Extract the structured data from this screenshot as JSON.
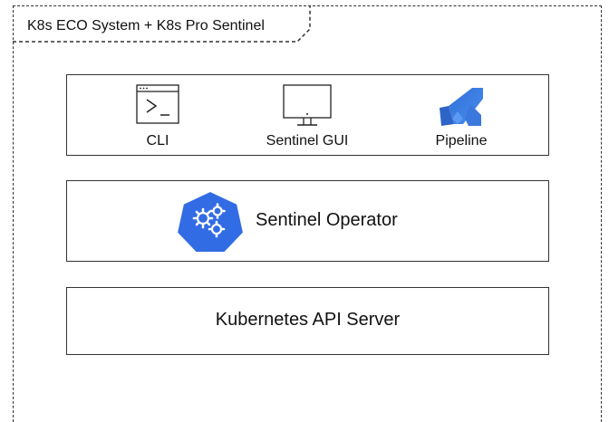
{
  "frame": {
    "title": "K8s ECO System + K8s Pro Sentinel"
  },
  "clients": [
    {
      "label": "CLI",
      "icon": "terminal-icon"
    },
    {
      "label": "Sentinel GUI",
      "icon": "monitor-icon"
    },
    {
      "label": "Pipeline",
      "icon": "azure-pipelines-icon"
    }
  ],
  "operator": {
    "label": "Sentinel Operator",
    "icon": "kubernetes-operator-icon",
    "color": "#326CE5"
  },
  "api_server": {
    "label": "Kubernetes API Server"
  }
}
